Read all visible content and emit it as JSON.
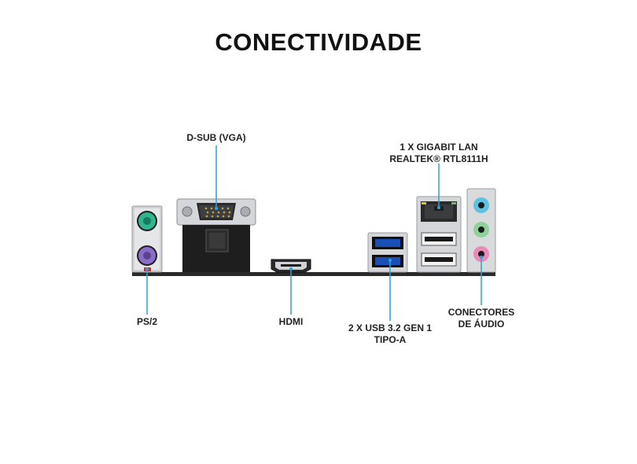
{
  "title": "CONECTIVIDADE",
  "labels": {
    "dsub": "D-SUB (VGA)",
    "lan_line1": "1 X GIGABIT LAN",
    "lan_line2": "REALTEK® RTL8111H",
    "ps2": "PS/2",
    "hdmi": "HDMI",
    "usb_line1": "2 X USB 3.2 GEN 1",
    "usb_line2": "TIPO-A",
    "audio_line1": "CONECTORES",
    "audio_line2": "DE ÁUDIO"
  },
  "colors": {
    "leader_line": "#2aa3d6",
    "ps2_mouse": "#2fb58f",
    "ps2_keyboard": "#8a6cc9",
    "usb3": "#1b4fb8",
    "audio_blue": "#5fc2e3",
    "audio_green": "#8fd19a",
    "audio_pink": "#e98ab8"
  }
}
